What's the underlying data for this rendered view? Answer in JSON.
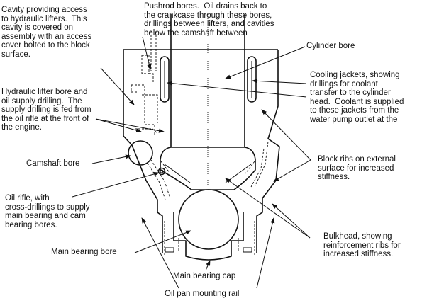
{
  "labels": {
    "cavity": "Cavity providing access\nto hydraulic lifters.  This\ncavity is covered on\nassembly with an access\ncover bolted to the block\nsurface.",
    "pushrod": "Pushrod bores.  Oil drains back to\nthe crankcase through these bores,\ndrillings between lifters, and cavities\nbelow the camshaft between",
    "cylinder_bore": "Cylinder bore",
    "cooling": "Cooling jackets, showing\ndrillings for coolant\ntransfer to the cylinder\nhead.  Coolant is supplied\nto these jackets from the\nwater pump outlet at the",
    "lifter_bore": "Hydraulic lifter bore and\noil supply drilling.  The\nsupply drilling is fed from\nthe oil rifle at the front of\nthe engine.",
    "camshaft_bore": "Camshaft bore",
    "block_ribs": "Block ribs on external\nsurface for increased\nstiffness.",
    "oil_rifle": "Oil rifle, with\ncross-drillings to supply\nmain bearing and cam\nbearing bores.",
    "bulkhead": "Bulkhead, showing\nreinforcement ribs for\nincreased stiffness.",
    "main_bearing_bore": "Main bearing bore",
    "main_bearing_cap": "Main bearing cap",
    "oil_pan_rail": "Oil pan mounting rail"
  }
}
